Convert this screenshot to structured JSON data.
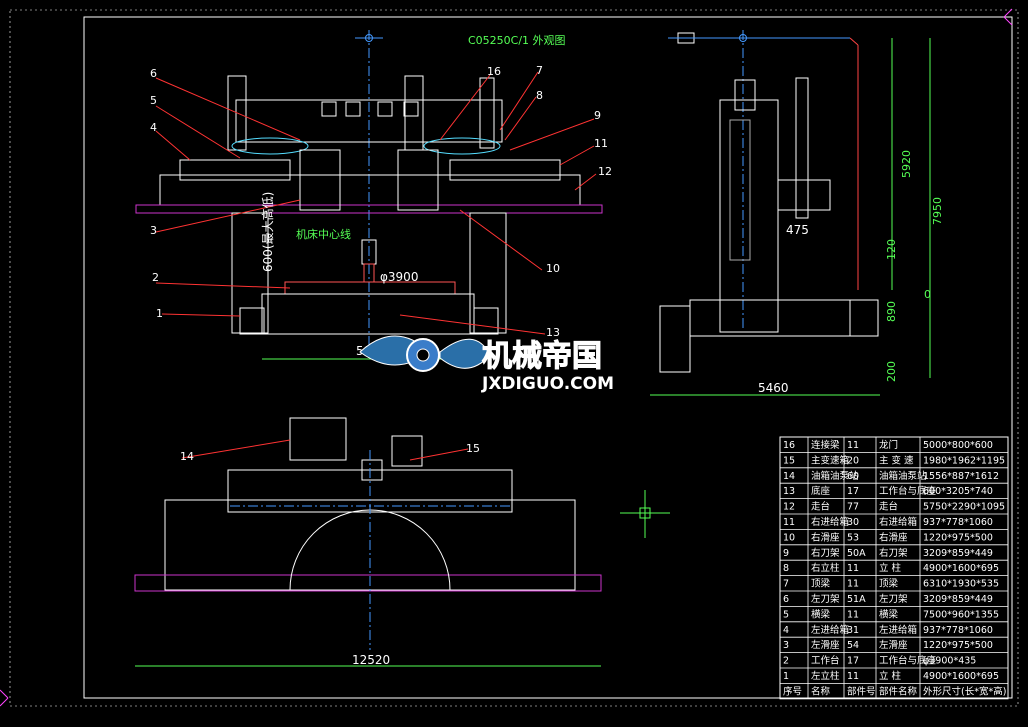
{
  "drawing": {
    "title": "C05250C/1 外观图",
    "center_label": "机床中心线",
    "colors": {
      "background": "#000000",
      "frame": "#ffffff",
      "machine": "#ffffff",
      "leader": "#ff3333",
      "dimension": "#55ff55",
      "centerline": "#4499ff",
      "platform": "#cc33cc"
    }
  },
  "front_view": {
    "balloons": [
      "6",
      "5",
      "4",
      "3",
      "2",
      "1",
      "16",
      "7",
      "8",
      "9",
      "11",
      "12",
      "10",
      "13"
    ],
    "dims": {
      "width": "5000",
      "diameter": "φ3900",
      "vertical": "600(最大高低)"
    }
  },
  "side_view": {
    "dims": {
      "h1": "5920",
      "h2": "7950",
      "h3": "120",
      "h4": "890",
      "h5": "200",
      "offset": "475",
      "width": "5460",
      "zero": "0"
    }
  },
  "top_view": {
    "balloons": [
      "14",
      "15"
    ],
    "dims": {
      "width": "12520"
    }
  },
  "watermark": {
    "main": "机械帝国",
    "sub": "JXDIGUO.COM"
  },
  "parts_table": {
    "header": [
      "序号",
      "名称",
      "部件号",
      "部件名称",
      "外形尺寸(长*宽*高)"
    ],
    "rows": [
      [
        "16",
        "连接梁",
        "11",
        "龙门",
        "5000*800*600"
      ],
      [
        "15",
        "主变速箱",
        "20",
        "主 变 速",
        "1980*1962*1195"
      ],
      [
        "14",
        "油箱油泵站",
        "60",
        "油箱油泵站",
        "1556*887*1612"
      ],
      [
        "13",
        "底座",
        "17",
        "工作台与底座",
        "600*3205*740"
      ],
      [
        "12",
        "走台",
        "77",
        "走台",
        "5750*2290*1095"
      ],
      [
        "11",
        "右进给箱",
        "30",
        "右进给箱",
        "937*778*1060"
      ],
      [
        "10",
        "右滑座",
        "53",
        "右滑座",
        "1220*975*500"
      ],
      [
        "9",
        "右刀架",
        "50A",
        "右刀架",
        "3209*859*449"
      ],
      [
        "8",
        "右立柱",
        "11",
        "立 柱",
        "4900*1600*695"
      ],
      [
        "7",
        "顶梁",
        "11",
        "顶梁",
        "6310*1930*535"
      ],
      [
        "6",
        "左刀架",
        "51A",
        "左刀架",
        "3209*859*449"
      ],
      [
        "5",
        "横梁",
        "11",
        "横梁",
        "7500*960*1355"
      ],
      [
        "4",
        "左进给箱",
        "31",
        "左进给箱",
        "937*778*1060"
      ],
      [
        "3",
        "左滑座",
        "54",
        "左滑座",
        "1220*975*500"
      ],
      [
        "2",
        "工作台",
        "17",
        "工作台与底座",
        "φ3900*435"
      ],
      [
        "1",
        "左立柱",
        "11",
        "立 柱",
        "4900*1600*695"
      ]
    ]
  }
}
